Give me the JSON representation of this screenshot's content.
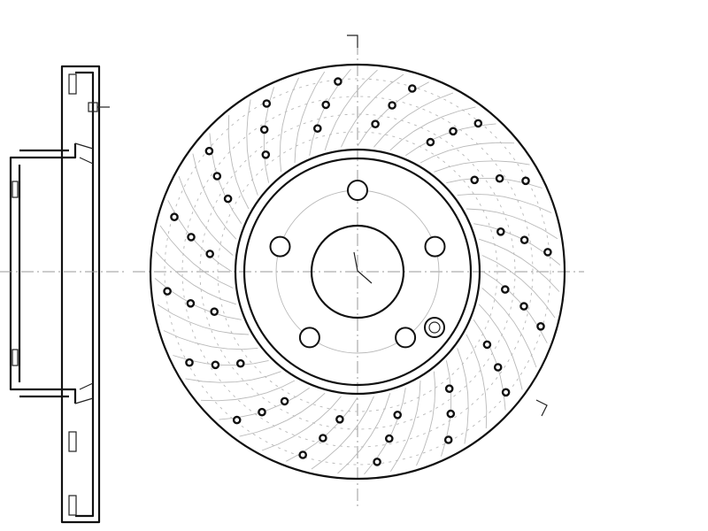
{
  "drawing": {
    "stroke_color": "#111111",
    "background_color": "#ffffff",
    "center_line_color": "#9a9a9a",
    "views": [
      "side-section-view",
      "front-view"
    ],
    "front_view": {
      "wheel_bolt_hole_count": 5,
      "has_locating_pin": true,
      "drilled_hole_groups": 16,
      "holes_per_group": 3
    }
  }
}
